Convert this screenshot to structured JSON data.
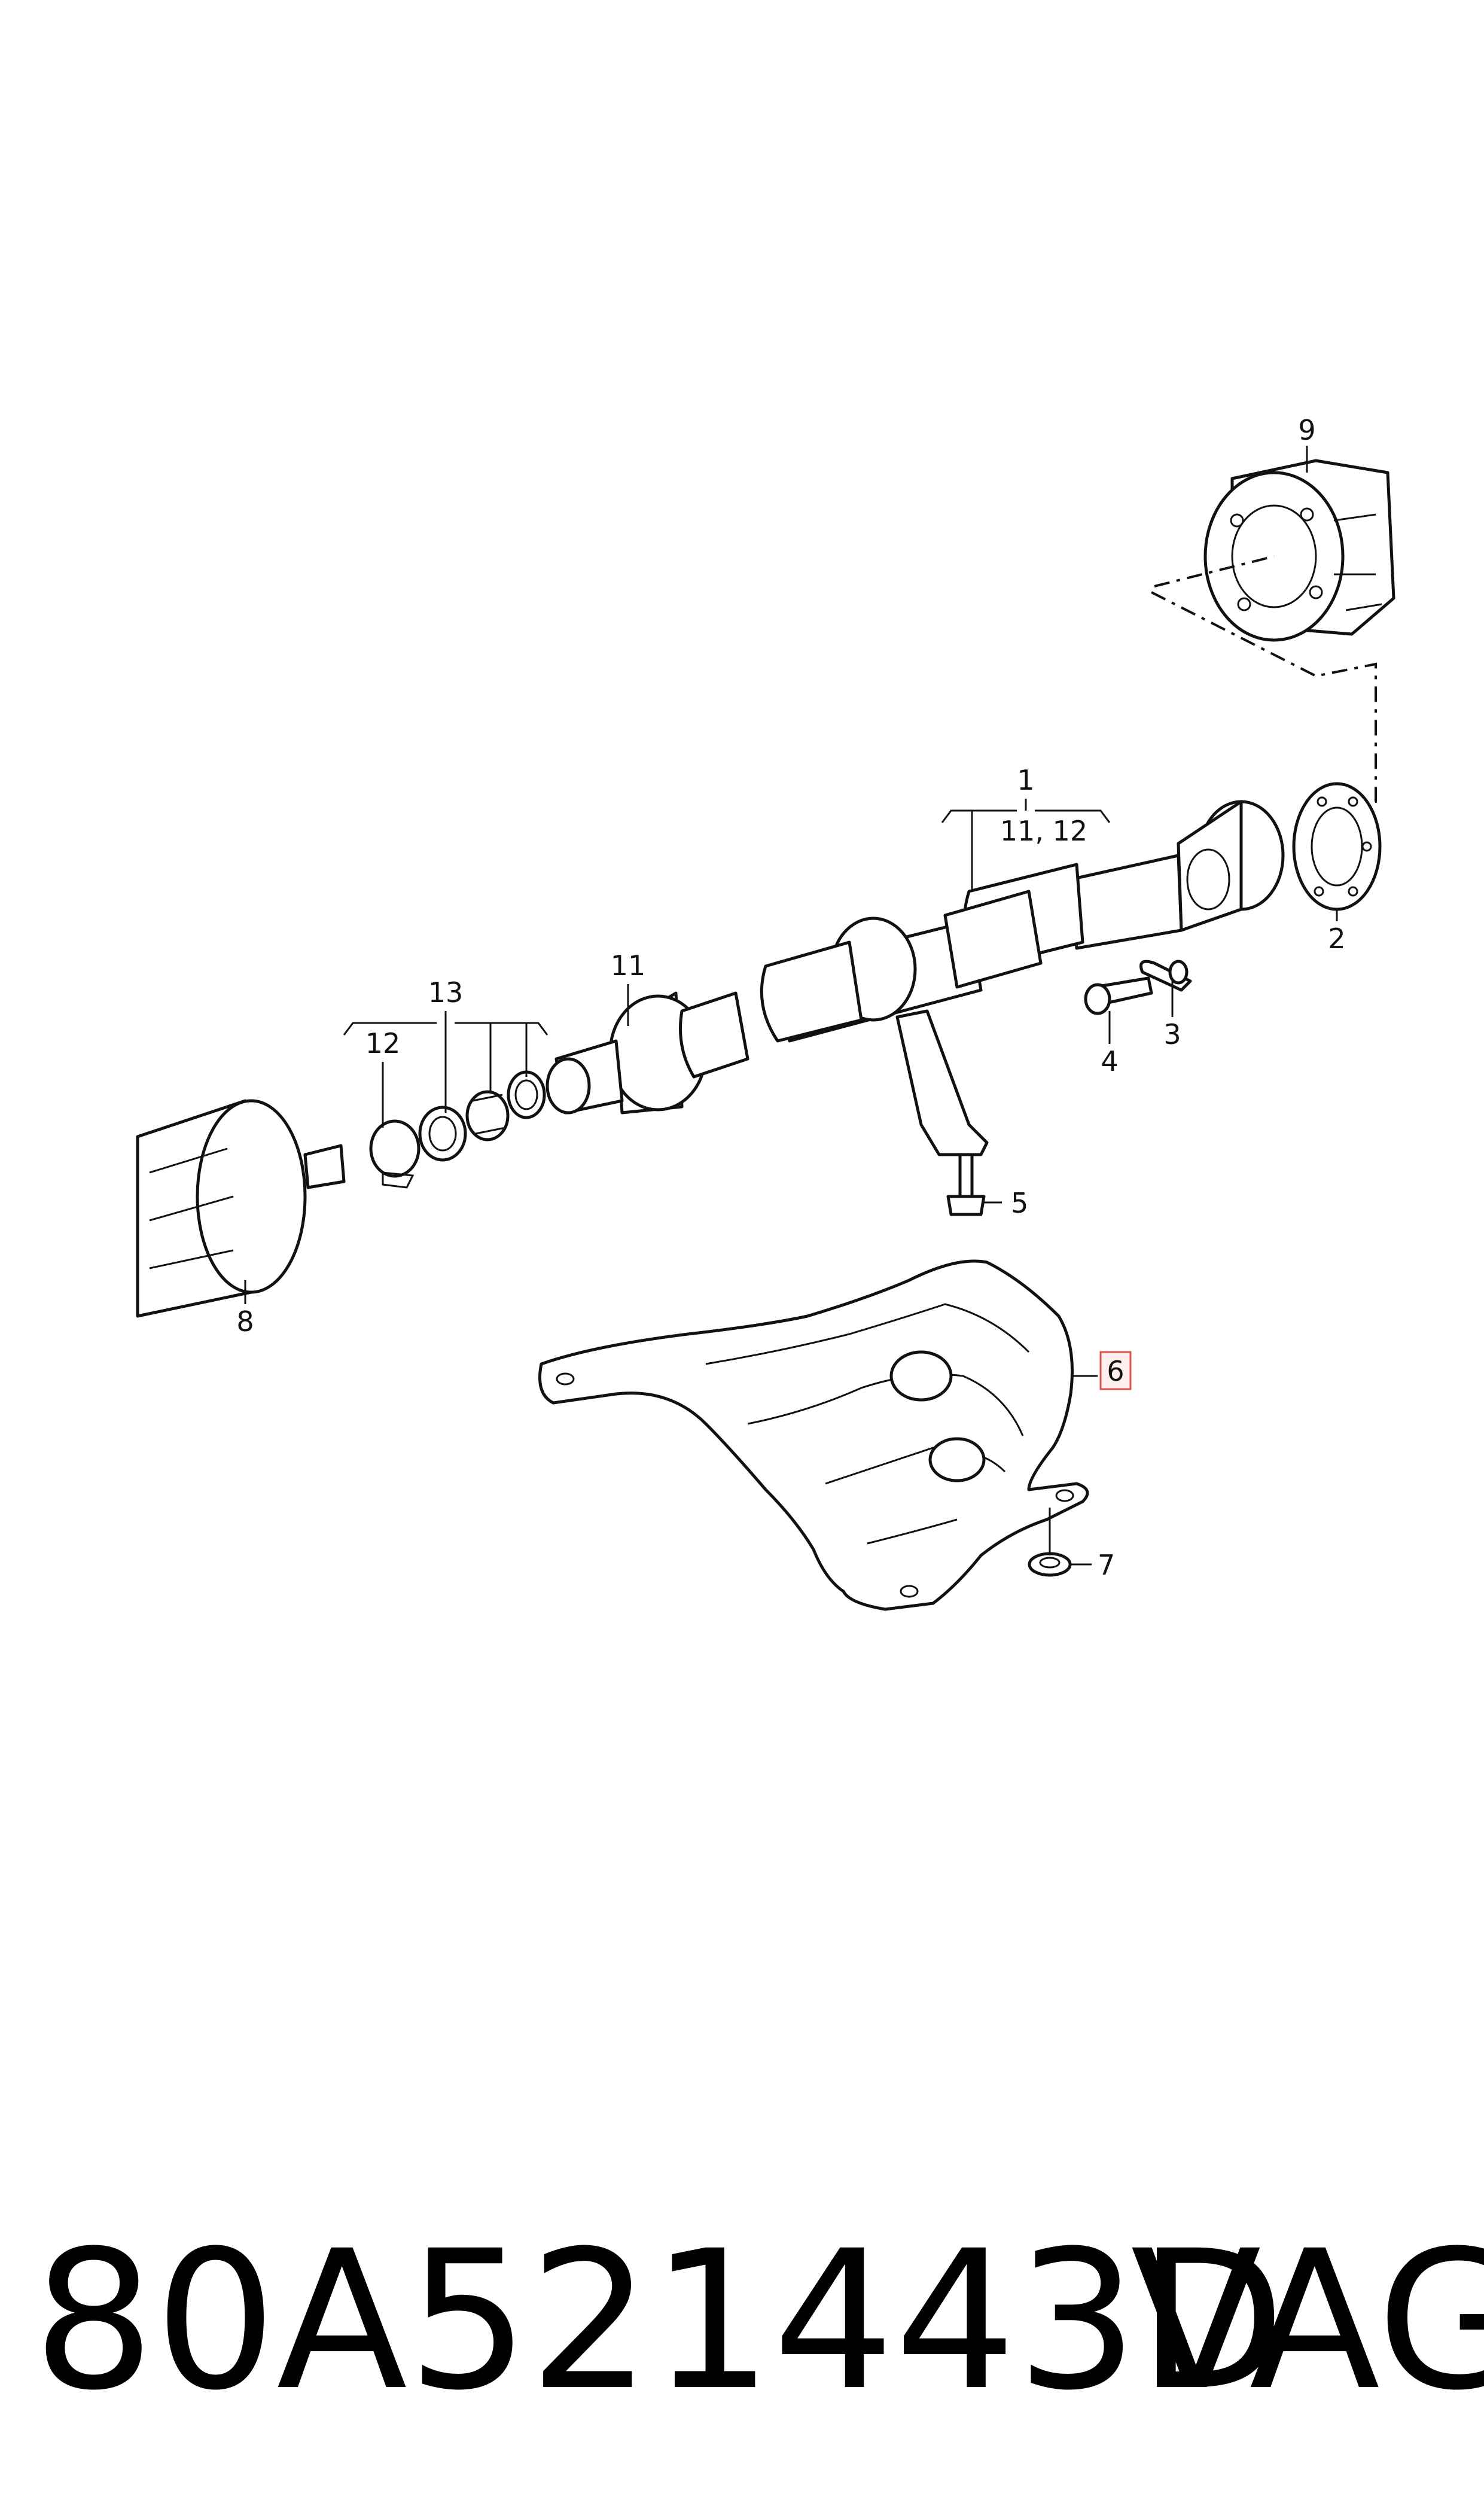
{
  "callouts": {
    "c1": "1",
    "c1_sub": "11, 12",
    "c2": "2",
    "c3": "3",
    "c4": "4",
    "c5": "5",
    "c6": "6",
    "c7": "7",
    "c8": "8",
    "c9": "9",
    "c11": "11",
    "c12": "12",
    "c13": "13"
  },
  "highlight_color": "#d9534f",
  "footer": {
    "part_number": "80A521443D",
    "brand": "VAG"
  }
}
